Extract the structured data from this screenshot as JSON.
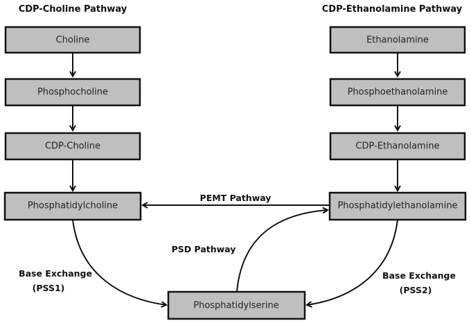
{
  "titles": {
    "left": "CDP-Choline Pathway",
    "right": "CDP-Ethanolamine Pathway"
  },
  "nodes": {
    "choline": "Choline",
    "phosphocholine": "Phosphocholine",
    "cdp_choline": "CDP-Choline",
    "phosphatidylcholine": "Phosphatidylcholine",
    "ethanolamine": "Ethanolamine",
    "phosphoethanolamine": "Phosphoethanolamine",
    "cdp_ethanolamine": "CDP-Ethanolamine",
    "phosphatidylethanolamine": "Phosphatidylethanolamine",
    "phosphatidylserine": "Phosphatidylserine"
  },
  "edges": [
    {
      "from": "choline",
      "to": "phosphocholine",
      "label": ""
    },
    {
      "from": "phosphocholine",
      "to": "cdp_choline",
      "label": ""
    },
    {
      "from": "cdp_choline",
      "to": "phosphatidylcholine",
      "label": ""
    },
    {
      "from": "ethanolamine",
      "to": "phosphoethanolamine",
      "label": ""
    },
    {
      "from": "phosphoethanolamine",
      "to": "cdp_ethanolamine",
      "label": ""
    },
    {
      "from": "cdp_ethanolamine",
      "to": "phosphatidylethanolamine",
      "label": ""
    },
    {
      "from": "phosphatidylethanolamine",
      "to": "phosphatidylcholine",
      "label": "PEMT Pathway"
    },
    {
      "from": "phosphatidylcholine",
      "to": "phosphatidylserine",
      "label": "Base Exchange (PSS1)"
    },
    {
      "from": "phosphatidylethanolamine",
      "to": "phosphatidylserine",
      "label": "Base Exchange (PSS2)"
    },
    {
      "from": "phosphatidylserine",
      "to": "phosphatidylethanolamine",
      "label": "PSD Pathway"
    }
  ],
  "edge_labels": {
    "pemt": "PEMT Pathway",
    "psd": "PSD Pathway",
    "pss1_line1": "Base Exchange",
    "pss1_line2": "(PSS1)",
    "pss2_line1": "Base Exchange",
    "pss2_line2": "(PSS2)"
  }
}
